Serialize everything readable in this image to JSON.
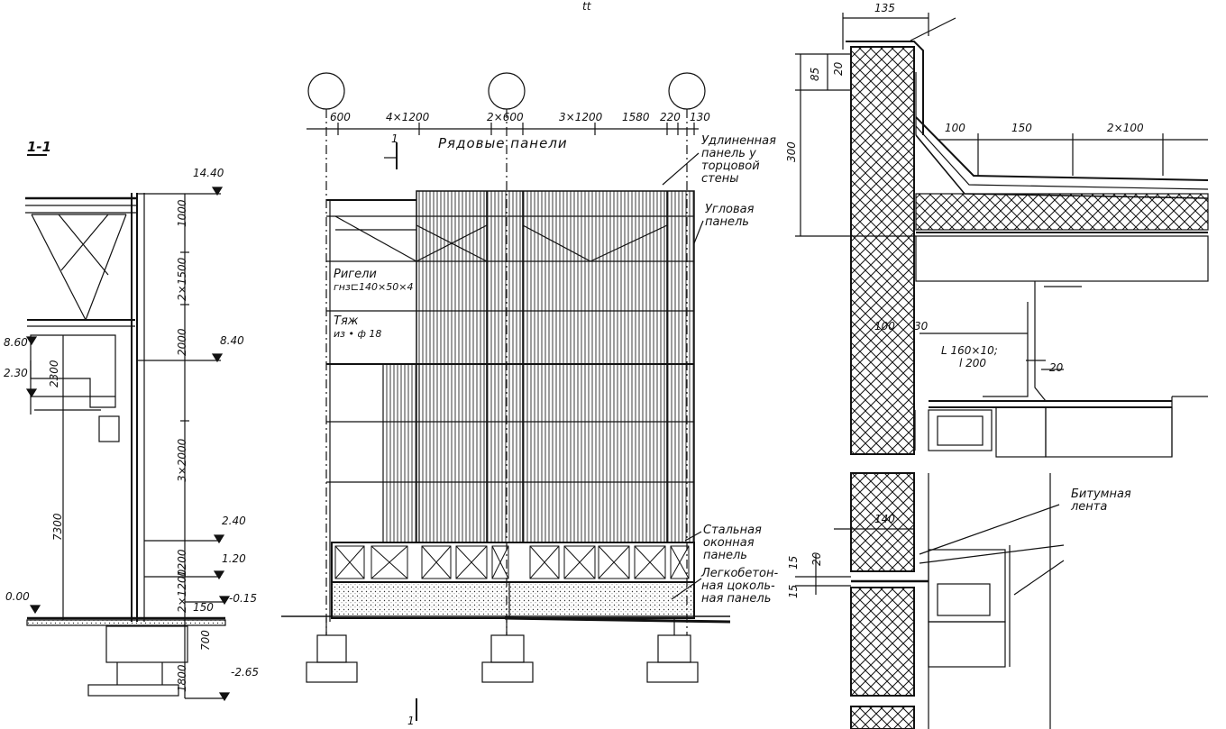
{
  "section": {
    "label": "1-1",
    "glyph": "tt"
  },
  "left_levels": {
    "l1440": "14.40",
    "l860": "8.60",
    "l840": "8.40",
    "l230": "2.30",
    "l240": "2.40",
    "l120": "1.20",
    "l000": "0.00",
    "lm015": "-0.15",
    "lm265": "-2.65",
    "d150": "150"
  },
  "left_vdims": {
    "v1000": "1000",
    "v2x1500": "2×1500",
    "v2000": "2000",
    "v2300": "2300",
    "v3x2000": "3×2000",
    "v7300": "7300",
    "v1200": "1200",
    "v2x1200": "2×1200",
    "v700": "700",
    "v1800": "1800"
  },
  "mid_dims": {
    "d600a": "600",
    "d4x1200": "4×1200",
    "d2x600": "2×600",
    "d3x1200": "3×1200",
    "d1580": "1580",
    "d220": "220",
    "d130": "130",
    "d1": "1",
    "d1b": "1"
  },
  "mid_labels": {
    "row": "Рядовые панели",
    "ext": [
      "Удлиненная",
      "панель у",
      "торцовой",
      "стены"
    ],
    "corner": [
      "Угловая",
      "панель"
    ],
    "rigeli": [
      "Ригели",
      "гнз⊏140×50×4"
    ],
    "tyazh": [
      "Тяж",
      "из • ф 18"
    ],
    "steel": [
      "Стальная",
      "оконная",
      "панель"
    ],
    "plinth": [
      "Легкобетон-",
      "ная цоколь-",
      "ная панель"
    ]
  },
  "right_dims": {
    "d135": "135",
    "d85": "85",
    "d20a": "20",
    "d300": "300",
    "d100": "100",
    "d150": "150",
    "d2x100": "2×100",
    "d100b": "100",
    "d30": "30",
    "angle": [
      "L 160×10;",
      "l 200"
    ],
    "d20b": "20",
    "d140": "140",
    "d15a": "15",
    "d20c": "20",
    "d15b": "15"
  },
  "right_labels": {
    "bitum": [
      "Битумная",
      "лента"
    ]
  }
}
